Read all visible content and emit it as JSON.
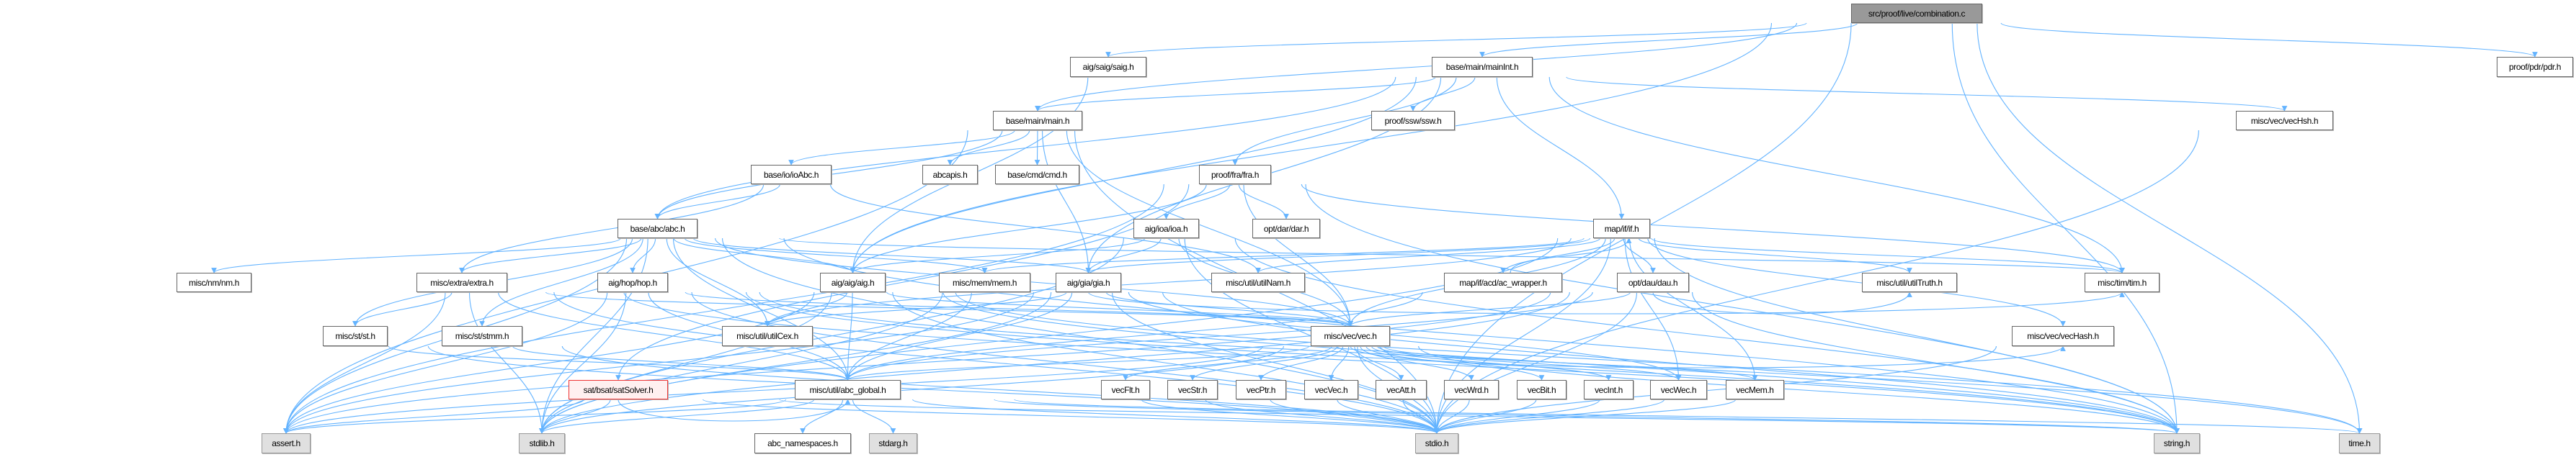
{
  "title": "src/proof/live/combination.c",
  "colors": {
    "edge": "#63b3ff",
    "node_border": "#666666",
    "system_fill": "#e0e0e0",
    "root_fill": "#999999",
    "error_border": "#ee3333"
  },
  "nodes": [
    {
      "id": "root",
      "label": "src/proof/live/combination.c",
      "kind": "root"
    },
    {
      "id": "saig",
      "label": "aig/saig/saig.h",
      "kind": "file"
    },
    {
      "id": "mainInt",
      "label": "base/main/mainInt.h",
      "kind": "file"
    },
    {
      "id": "pdr",
      "label": "proof/pdr/pdr.h",
      "kind": "file"
    },
    {
      "id": "main",
      "label": "base/main/main.h",
      "kind": "file"
    },
    {
      "id": "ssw",
      "label": "proof/ssw/ssw.h",
      "kind": "file"
    },
    {
      "id": "vecHsh",
      "label": "misc/vec/vecHsh.h",
      "kind": "file"
    },
    {
      "id": "ioAbc",
      "label": "base/io/ioAbc.h",
      "kind": "file"
    },
    {
      "id": "abcapis",
      "label": "abcapis.h",
      "kind": "file"
    },
    {
      "id": "cmd",
      "label": "base/cmd/cmd.h",
      "kind": "file"
    },
    {
      "id": "fra",
      "label": "proof/fra/fra.h",
      "kind": "file"
    },
    {
      "id": "abc",
      "label": "base/abc/abc.h",
      "kind": "file"
    },
    {
      "id": "ioa",
      "label": "aig/ioa/ioa.h",
      "kind": "file"
    },
    {
      "id": "dar",
      "label": "opt/dar/dar.h",
      "kind": "file"
    },
    {
      "id": "if",
      "label": "map/if/if.h",
      "kind": "file"
    },
    {
      "id": "nm",
      "label": "misc/nm/nm.h",
      "kind": "file"
    },
    {
      "id": "extra",
      "label": "misc/extra/extra.h",
      "kind": "file"
    },
    {
      "id": "hop",
      "label": "aig/hop/hop.h",
      "kind": "file"
    },
    {
      "id": "aig",
      "label": "aig/aig/aig.h",
      "kind": "file"
    },
    {
      "id": "mem",
      "label": "misc/mem/mem.h",
      "kind": "file"
    },
    {
      "id": "gia",
      "label": "aig/gia/gia.h",
      "kind": "file"
    },
    {
      "id": "utilNam",
      "label": "misc/util/utilNam.h",
      "kind": "file"
    },
    {
      "id": "acw",
      "label": "map/if/acd/ac_wrapper.h",
      "kind": "file"
    },
    {
      "id": "dau",
      "label": "opt/dau/dau.h",
      "kind": "file"
    },
    {
      "id": "utilTruth",
      "label": "misc/util/utilTruth.h",
      "kind": "file"
    },
    {
      "id": "tim",
      "label": "misc/tim/tim.h",
      "kind": "file"
    },
    {
      "id": "st",
      "label": "misc/st/st.h",
      "kind": "file"
    },
    {
      "id": "stmm",
      "label": "misc/st/stmm.h",
      "kind": "file"
    },
    {
      "id": "utilCex",
      "label": "misc/util/utilCex.h",
      "kind": "file"
    },
    {
      "id": "vec",
      "label": "misc/vec/vec.h",
      "kind": "file"
    },
    {
      "id": "vecHash",
      "label": "misc/vec/vecHash.h",
      "kind": "file"
    },
    {
      "id": "sat",
      "label": "sat/bsat/satSolver.h",
      "kind": "red"
    },
    {
      "id": "glob",
      "label": "misc/util/abc_global.h",
      "kind": "file"
    },
    {
      "id": "vecFlt",
      "label": "vecFlt.h",
      "kind": "file"
    },
    {
      "id": "vecStr",
      "label": "vecStr.h",
      "kind": "file"
    },
    {
      "id": "vecPtr",
      "label": "vecPtr.h",
      "kind": "file"
    },
    {
      "id": "vecVec",
      "label": "vecVec.h",
      "kind": "file"
    },
    {
      "id": "vecAtt",
      "label": "vecAtt.h",
      "kind": "file"
    },
    {
      "id": "vecWrd",
      "label": "vecWrd.h",
      "kind": "file"
    },
    {
      "id": "vecBit",
      "label": "vecBit.h",
      "kind": "file"
    },
    {
      "id": "vecInt",
      "label": "vecInt.h",
      "kind": "file"
    },
    {
      "id": "vecWec",
      "label": "vecWec.h",
      "kind": "file"
    },
    {
      "id": "vecMem",
      "label": "vecMem.h",
      "kind": "file"
    },
    {
      "id": "assert",
      "label": "assert.h",
      "kind": "sys"
    },
    {
      "id": "stdlib",
      "label": "stdlib.h",
      "kind": "sys"
    },
    {
      "id": "ns",
      "label": "abc_namespaces.h",
      "kind": "file"
    },
    {
      "id": "stdarg",
      "label": "stdarg.h",
      "kind": "sys"
    },
    {
      "id": "stdio",
      "label": "stdio.h",
      "kind": "sys"
    },
    {
      "id": "string",
      "label": "string.h",
      "kind": "sys"
    },
    {
      "id": "time",
      "label": "time.h",
      "kind": "sys"
    }
  ],
  "edges": [
    [
      "root",
      "saig"
    ],
    [
      "root",
      "mainInt"
    ],
    [
      "root",
      "main"
    ],
    [
      "root",
      "aig"
    ],
    [
      "root",
      "pdr"
    ],
    [
      "root",
      "string"
    ],
    [
      "root",
      "time"
    ],
    [
      "root",
      "stdio"
    ],
    [
      "saig",
      "aig"
    ],
    [
      "mainInt",
      "main"
    ],
    [
      "mainInt",
      "ssw"
    ],
    [
      "mainInt",
      "fra"
    ],
    [
      "mainInt",
      "if"
    ],
    [
      "mainInt",
      "tim"
    ],
    [
      "mainInt",
      "vecHsh"
    ],
    [
      "mainInt",
      "aig"
    ],
    [
      "mainInt",
      "gia"
    ],
    [
      "mainInt",
      "abc"
    ],
    [
      "main",
      "abc"
    ],
    [
      "main",
      "ioAbc"
    ],
    [
      "main",
      "abcapis"
    ],
    [
      "main",
      "cmd"
    ],
    [
      "main",
      "gia"
    ],
    [
      "main",
      "vec"
    ],
    [
      "main",
      "stdio"
    ],
    [
      "main",
      "assert"
    ],
    [
      "ioAbc",
      "abc"
    ],
    [
      "ioAbc",
      "extra"
    ],
    [
      "ioAbc",
      "utilNam"
    ],
    [
      "fra",
      "ioa"
    ],
    [
      "fra",
      "dar"
    ],
    [
      "fra",
      "vec"
    ],
    [
      "fra",
      "aig"
    ],
    [
      "fra",
      "sat"
    ],
    [
      "fra",
      "tim"
    ],
    [
      "fra",
      "string"
    ],
    [
      "fra",
      "assert"
    ],
    [
      "ioa",
      "aig"
    ],
    [
      "ioa",
      "gia"
    ],
    [
      "ioa",
      "vec"
    ],
    [
      "ioa",
      "stdio"
    ],
    [
      "ioa",
      "string"
    ],
    [
      "ioa",
      "stdlib"
    ],
    [
      "abc",
      "nm"
    ],
    [
      "abc",
      "extra"
    ],
    [
      "abc",
      "hop"
    ],
    [
      "abc",
      "aig"
    ],
    [
      "abc",
      "st"
    ],
    [
      "abc",
      "stmm"
    ],
    [
      "abc",
      "utilCex"
    ],
    [
      "abc",
      "mem"
    ],
    [
      "abc",
      "gia"
    ],
    [
      "abc",
      "vec"
    ],
    [
      "abc",
      "glob"
    ],
    [
      "abc",
      "tim"
    ],
    [
      "abc",
      "assert"
    ],
    [
      "abc",
      "stdlib"
    ],
    [
      "abc",
      "stdio"
    ],
    [
      "abc",
      "string"
    ],
    [
      "aig",
      "utilCex"
    ],
    [
      "aig",
      "vec"
    ],
    [
      "aig",
      "glob"
    ],
    [
      "aig",
      "stdio"
    ],
    [
      "aig",
      "stdlib"
    ],
    [
      "aig",
      "assert"
    ],
    [
      "aig",
      "string"
    ],
    [
      "aig",
      "time"
    ],
    [
      "hop",
      "vec"
    ],
    [
      "hop",
      "glob"
    ],
    [
      "hop",
      "stdio"
    ],
    [
      "hop",
      "stdlib"
    ],
    [
      "hop",
      "assert"
    ],
    [
      "hop",
      "string"
    ],
    [
      "hop",
      "time"
    ],
    [
      "extra",
      "st"
    ],
    [
      "extra",
      "vec"
    ],
    [
      "extra",
      "glob"
    ],
    [
      "extra",
      "stdio"
    ],
    [
      "extra",
      "stdlib"
    ],
    [
      "extra",
      "assert"
    ],
    [
      "extra",
      "string"
    ],
    [
      "st",
      "glob"
    ],
    [
      "st",
      "stdio"
    ],
    [
      "stmm",
      "glob"
    ],
    [
      "stmm",
      "stdio"
    ],
    [
      "gia",
      "utilCex"
    ],
    [
      "gia",
      "vec"
    ],
    [
      "gia",
      "glob"
    ],
    [
      "gia",
      "vecWec"
    ],
    [
      "gia",
      "stdio"
    ],
    [
      "gia",
      "stdlib"
    ],
    [
      "gia",
      "assert"
    ],
    [
      "gia",
      "string"
    ],
    [
      "gia",
      "tim"
    ],
    [
      "mem",
      "glob"
    ],
    [
      "mem",
      "stdlib"
    ],
    [
      "if",
      "utilNam"
    ],
    [
      "if",
      "acw"
    ],
    [
      "if",
      "dau"
    ],
    [
      "if",
      "vec"
    ],
    [
      "if",
      "vecWec"
    ],
    [
      "if",
      "vecMem"
    ],
    [
      "if",
      "tim"
    ],
    [
      "if",
      "utilTruth"
    ],
    [
      "if",
      "vecHash"
    ],
    [
      "if",
      "gia"
    ],
    [
      "if",
      "mem"
    ],
    [
      "if",
      "utilCex"
    ],
    [
      "if",
      "stdio"
    ],
    [
      "if",
      "string"
    ],
    [
      "if",
      "stdlib"
    ],
    [
      "acw",
      "if"
    ],
    [
      "acw",
      "glob"
    ],
    [
      "dau",
      "vec"
    ],
    [
      "dau",
      "glob"
    ],
    [
      "dau",
      "utilTruth"
    ],
    [
      "dau",
      "stdio"
    ],
    [
      "dau",
      "string"
    ],
    [
      "dau",
      "stdlib"
    ],
    [
      "dau",
      "assert"
    ],
    [
      "vec",
      "vecFlt"
    ],
    [
      "vec",
      "vecStr"
    ],
    [
      "vec",
      "vecPtr"
    ],
    [
      "vec",
      "vecVec"
    ],
    [
      "vec",
      "vecAtt"
    ],
    [
      "vec",
      "vecWrd"
    ],
    [
      "vec",
      "vecBit"
    ],
    [
      "vec",
      "vecInt"
    ],
    [
      "vec",
      "vecWec"
    ],
    [
      "vec",
      "vecMem"
    ],
    [
      "vec",
      "vecHash"
    ],
    [
      "vec",
      "glob"
    ],
    [
      "vec",
      "stdio"
    ],
    [
      "vec",
      "stdlib"
    ],
    [
      "vec",
      "string"
    ],
    [
      "vec",
      "assert"
    ],
    [
      "vecFlt",
      "stdio"
    ],
    [
      "vecStr",
      "stdio"
    ],
    [
      "vecPtr",
      "stdio"
    ],
    [
      "vecVec",
      "stdio"
    ],
    [
      "vecAtt",
      "stdio"
    ],
    [
      "vecWrd",
      "stdio"
    ],
    [
      "vecBit",
      "stdio"
    ],
    [
      "vecInt",
      "stdio"
    ],
    [
      "vecWec",
      "stdio"
    ],
    [
      "vecMem",
      "stdio"
    ],
    [
      "vecHash",
      "stdio"
    ],
    [
      "vecHsh",
      "stdio"
    ],
    [
      "glob",
      "ns"
    ],
    [
      "glob",
      "stdarg"
    ],
    [
      "glob",
      "stdio"
    ],
    [
      "glob",
      "stdlib"
    ],
    [
      "glob",
      "assert"
    ],
    [
      "glob",
      "string"
    ],
    [
      "glob",
      "time"
    ],
    [
      "sat",
      "glob"
    ],
    [
      "sat",
      "assert"
    ],
    [
      "sat",
      "stdlib"
    ],
    [
      "sat",
      "stdio"
    ],
    [
      "sat",
      "string"
    ]
  ]
}
